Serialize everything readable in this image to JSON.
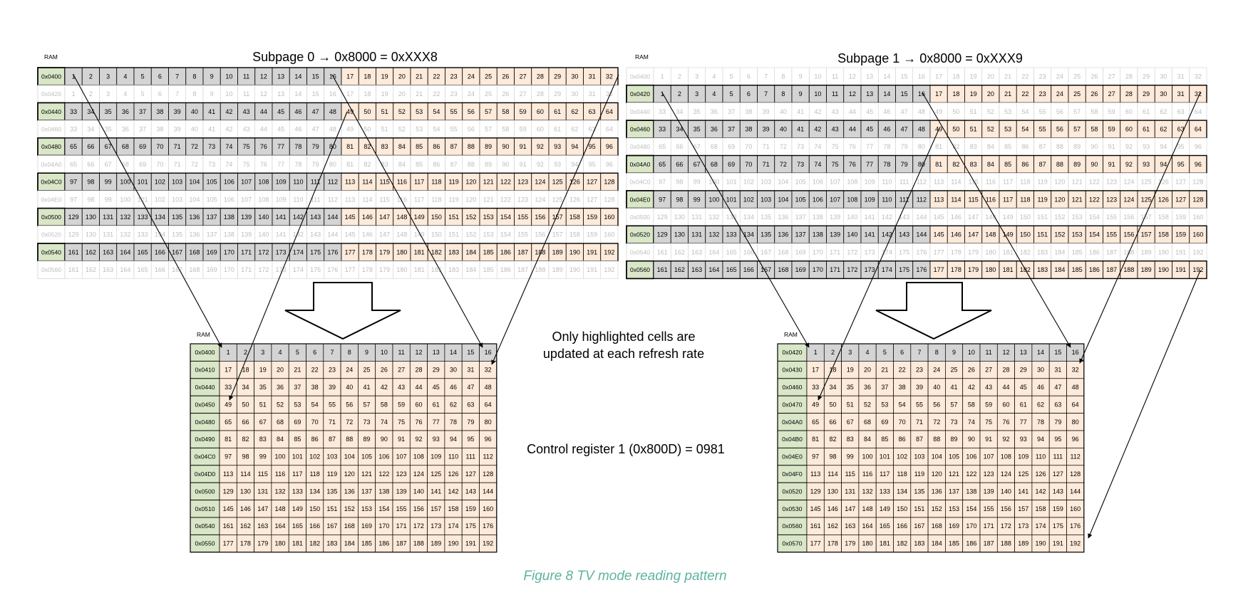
{
  "colors": {
    "addr_green": "#d9e6c7",
    "highlight_gray": "#d4d4d4",
    "highlight_peach": "#fdeada",
    "faded_text": "#bdbdbd",
    "caption": "#5fb3a0"
  },
  "subpage0": {
    "ram_label": "RAM",
    "title": "Subpage 0 → 0x8000 = 0xXXX8",
    "addresses": [
      "0x0400",
      "0x0420",
      "0x0440",
      "0x0460",
      "0x0480",
      "0x04A0",
      "0x04C0",
      "0x04E0",
      "0x0500",
      "0x0520",
      "0x0540",
      "0x0560"
    ],
    "active_rows": [
      0,
      2,
      4,
      6,
      8,
      10
    ],
    "row_starts": [
      1,
      1,
      33,
      33,
      65,
      65,
      97,
      97,
      129,
      129,
      161,
      161
    ]
  },
  "subpage1": {
    "ram_label": "RAM",
    "title": "Subpage 1 → 0x8000 = 0xXXX9",
    "addresses": [
      "0x0400",
      "0x0420",
      "0x0440",
      "0x0460",
      "0x0480",
      "0x04A0",
      "0x04C0",
      "0x04E0",
      "0x0500",
      "0x0520",
      "0x0540",
      "0x0560"
    ],
    "active_rows": [
      1,
      3,
      5,
      7,
      9,
      11
    ],
    "row_starts": [
      1,
      1,
      33,
      33,
      65,
      65,
      97,
      97,
      129,
      129,
      161,
      161
    ]
  },
  "output0": {
    "ram_label": "RAM",
    "addresses": [
      "0x0400",
      "0x0410",
      "0x0440",
      "0x0450",
      "0x0480",
      "0x0490",
      "0x04C0",
      "0x04D0",
      "0x0500",
      "0x0510",
      "0x0540",
      "0x0550"
    ]
  },
  "output1": {
    "ram_label": "RAM",
    "addresses": [
      "0x0420",
      "0x0430",
      "0x0460",
      "0x0470",
      "0x04A0",
      "0x04B0",
      "0x04E0",
      "0x04F0",
      "0x0520",
      "0x0530",
      "0x0560",
      "0x0570"
    ]
  },
  "note": {
    "line1": "Only highlighted cells are",
    "line2": "updated at each refresh rate"
  },
  "control_register": "Control register 1 (0x800D) = 0981",
  "caption": "Figure 8 TV mode reading pattern"
}
